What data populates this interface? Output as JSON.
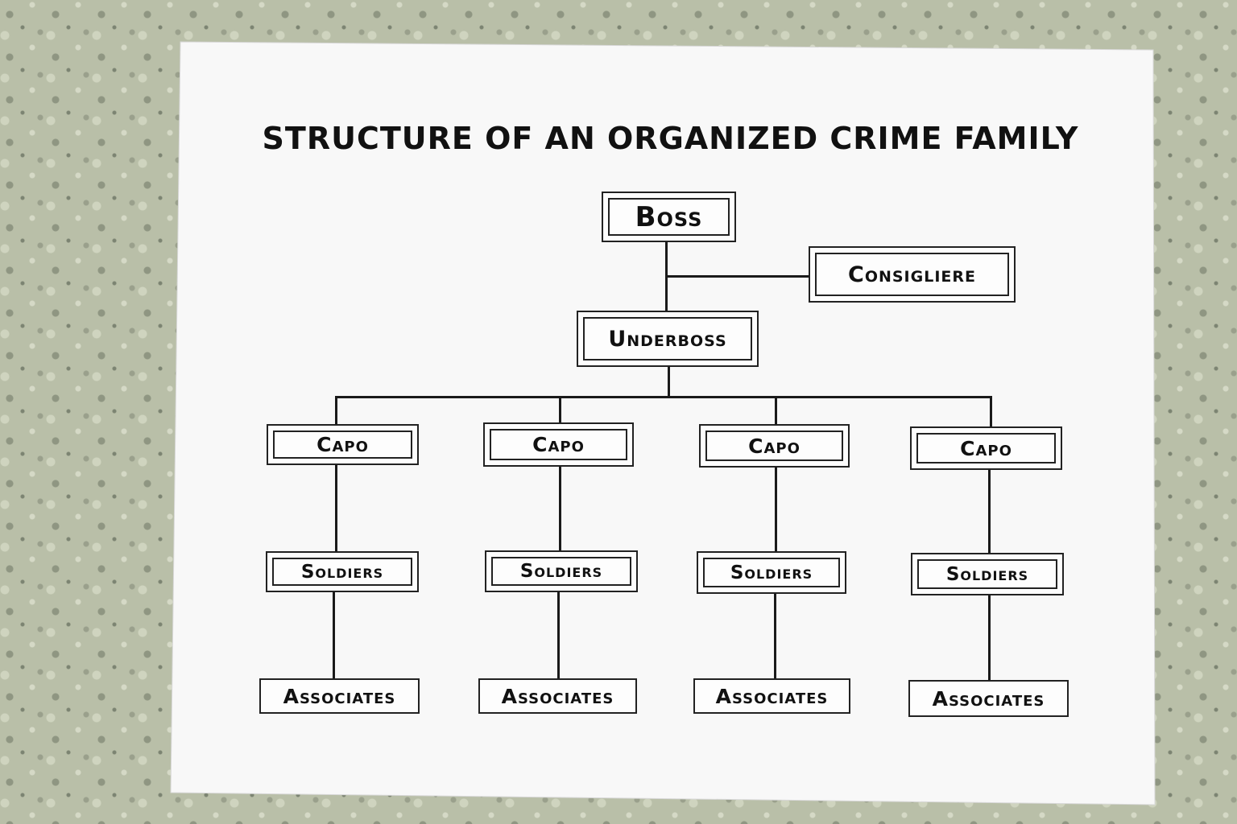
{
  "diagram": {
    "title": "STRUCTURE OF AN ORGANIZED CRIME FAMILY",
    "boss": "Boss",
    "consigliere": "Consigliere",
    "underboss": "Underboss",
    "branches": [
      {
        "capo": "Capo",
        "soldiers": "Soldiers",
        "associates": "Associates"
      },
      {
        "capo": "Capo",
        "soldiers": "Soldiers",
        "associates": "Associates"
      },
      {
        "capo": "Capo",
        "soldiers": "Soldiers",
        "associates": "Associates"
      },
      {
        "capo": "Capo",
        "soldiers": "Soldiers",
        "associates": "Associates"
      }
    ]
  }
}
